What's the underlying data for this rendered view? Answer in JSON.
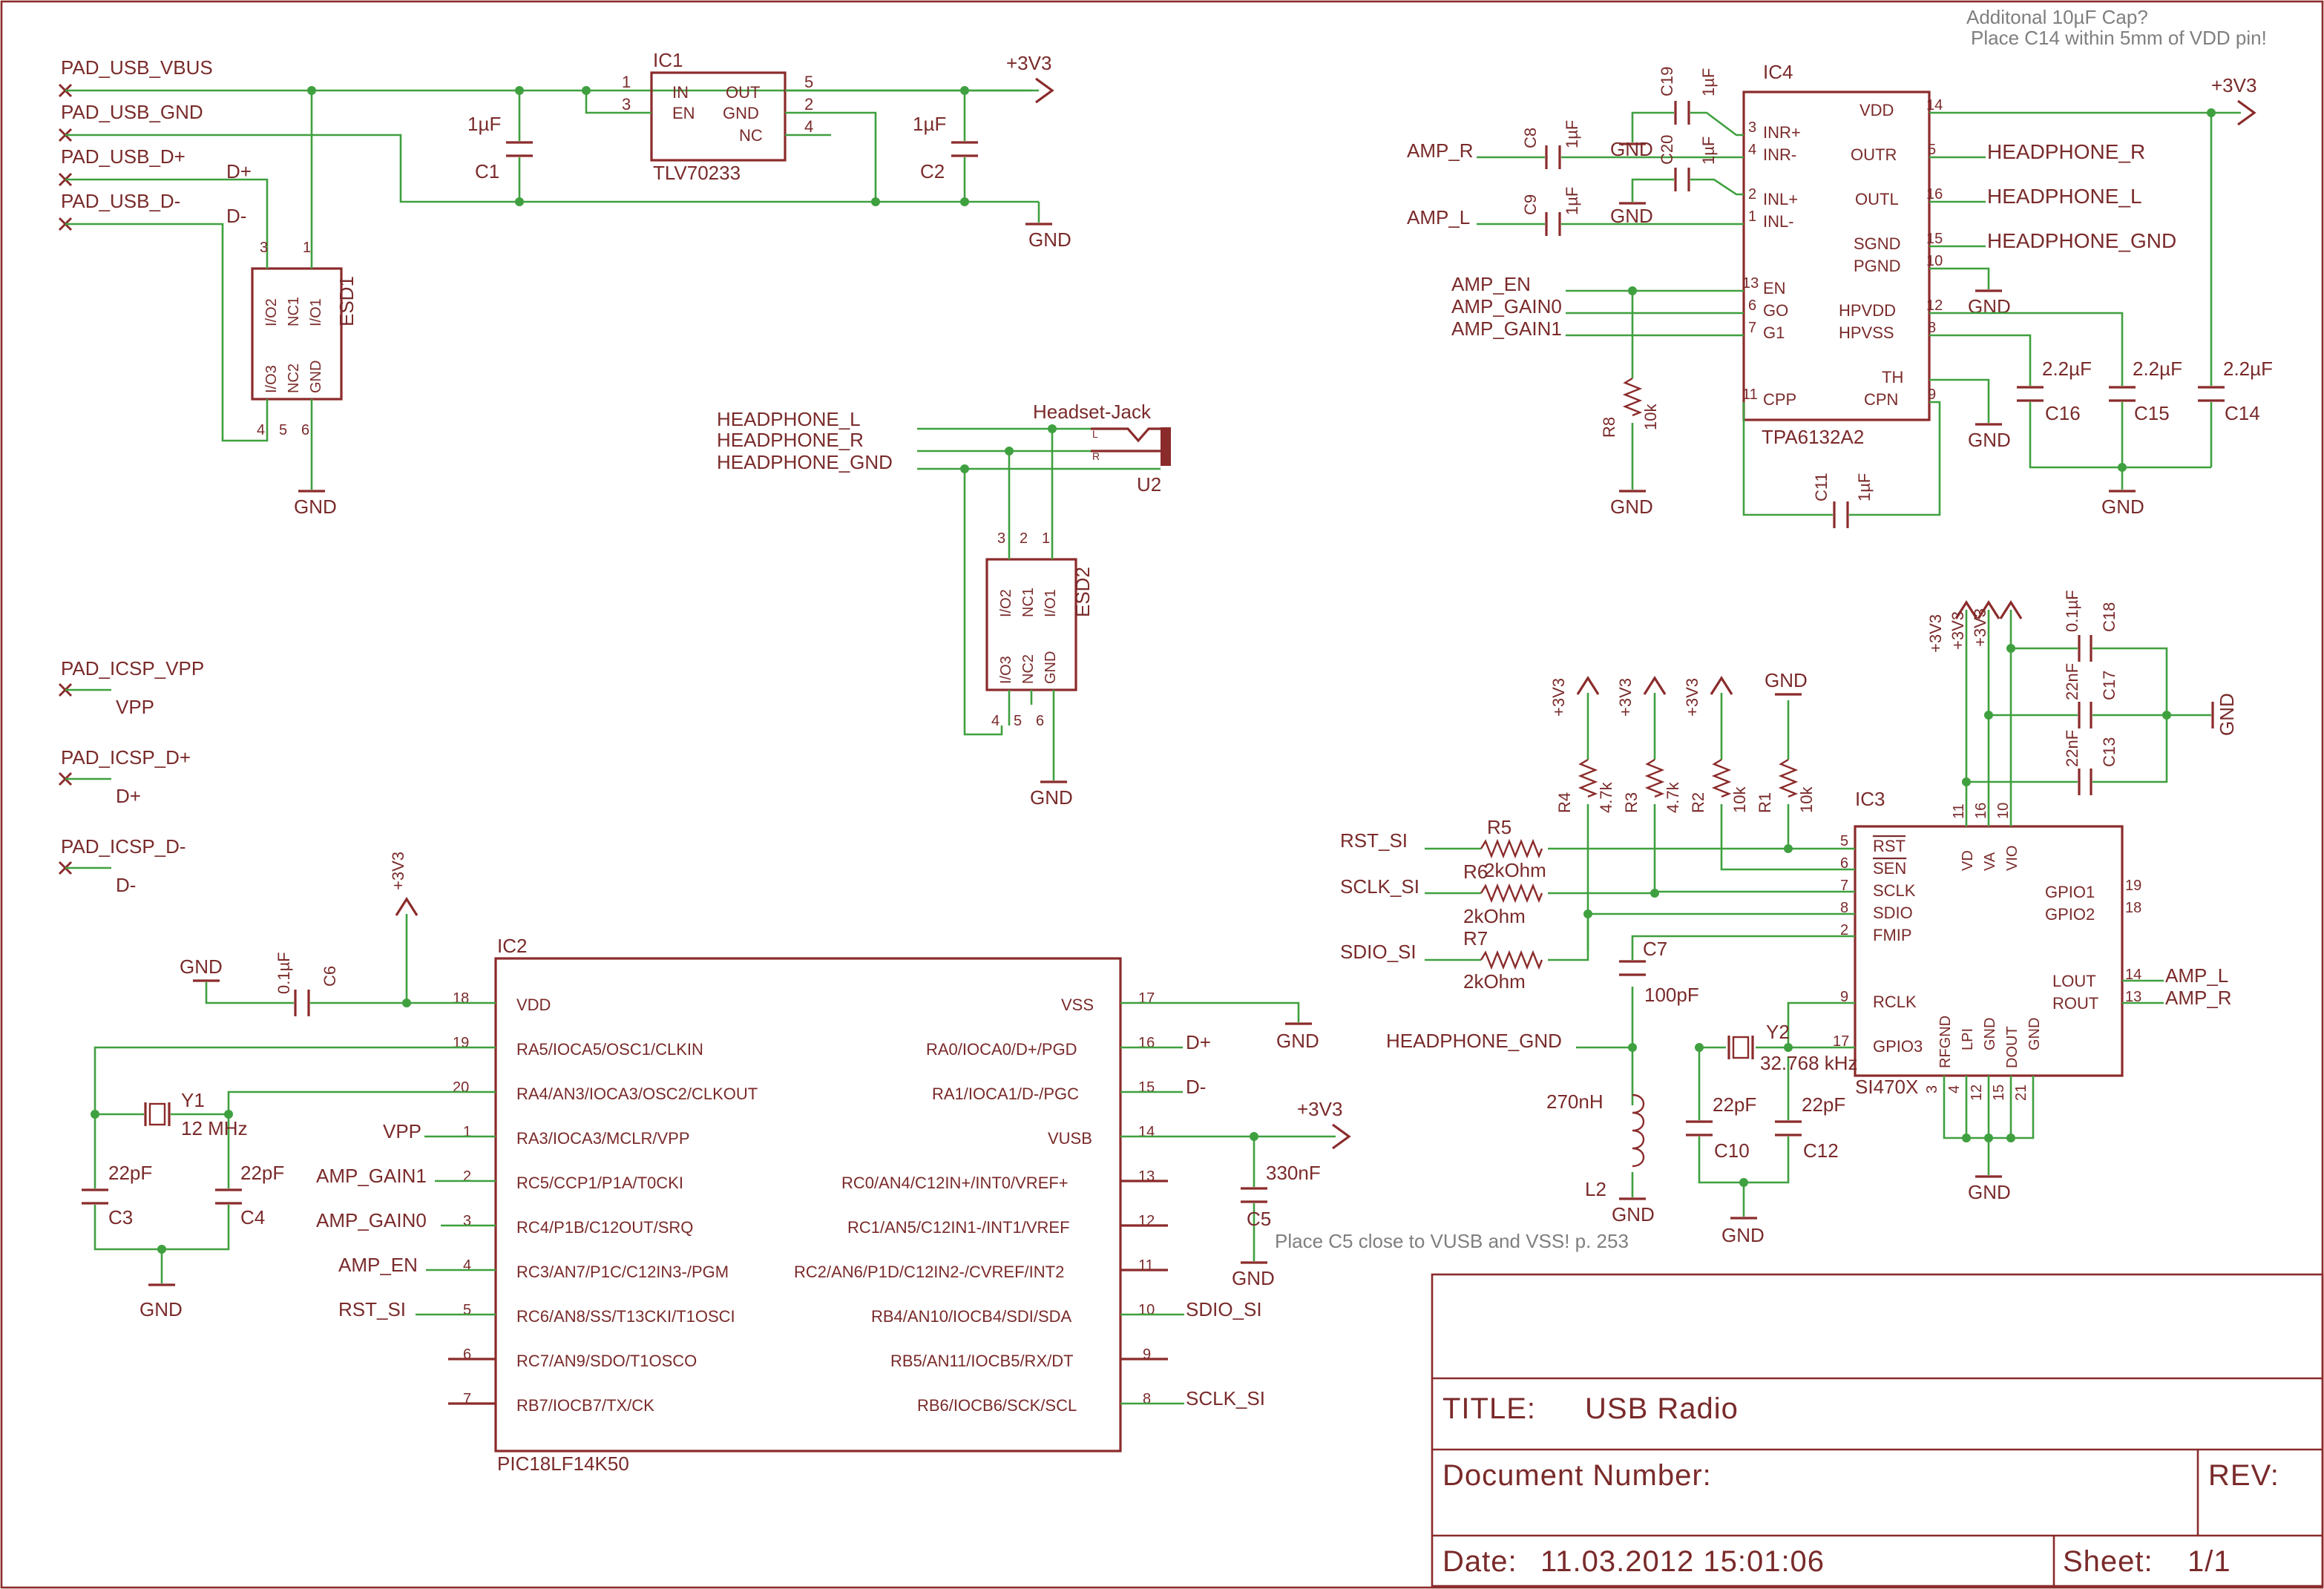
{
  "pads": {
    "vbus": "PAD_USB_VBUS",
    "gnd": "PAD_USB_GND",
    "dp": "PAD_USB_D+",
    "dm": "PAD_USB_D-",
    "icsp_vpp": "PAD_ICSP_VPP",
    "icsp_dp": "PAD_ICSP_D+",
    "icsp_dm": "PAD_ICSP_D-",
    "vpp": "VPP",
    "dplus": "D+",
    "dminus": "D-"
  },
  "power": {
    "v33": "+3V3",
    "gnd": "GND"
  },
  "regulator": {
    "name": "IC1",
    "part": "TLV70233",
    "pin_in": "IN",
    "pin_en": "EN",
    "pin_out": "OUT",
    "pin_gnd": "GND",
    "pin_nc": "NC",
    "n1": "1",
    "n3": "3",
    "n5": "5",
    "n2": "2",
    "n4": "4",
    "c1": "C1",
    "c2": "C2",
    "c1_val": "1µF",
    "c2_val": "1µF"
  },
  "esd": {
    "name1": "ESD1",
    "name2": "ESD2",
    "io2": "I/O2",
    "nc1": "NC1",
    "io1": "I/O1",
    "io3": "I/O3",
    "nc2": "NC2",
    "gnd": "GND",
    "n1": "1",
    "n2": "2",
    "n3": "3",
    "n4": "4",
    "n5": "5",
    "n6": "6"
  },
  "jack": {
    "title": "Headset-Jack",
    "ref": "U2",
    "l": "L",
    "r": "R",
    "net_l": "HEADPHONE_L",
    "net_r": "HEADPHONE_R",
    "net_gnd": "HEADPHONE_GND"
  },
  "amp": {
    "name": "IC4",
    "part": "TPA6132A2",
    "note1": "Additonal 10µF Cap?",
    "note2": "Place C14 within 5mm of VDD pin!",
    "pins_left": [
      "INR+",
      "INR-",
      "INL+",
      "INL-",
      "EN",
      "GO",
      "G1",
      "CPP"
    ],
    "pins_right": [
      "VDD",
      "OUTR",
      "OUTL",
      "SGND",
      "PGND",
      "HPVDD",
      "HPVSS",
      "TH",
      "CPN"
    ],
    "nums_left": [
      "3",
      "4",
      "2",
      "1",
      "13",
      "6",
      "7",
      "11"
    ],
    "nums_right": [
      "14",
      "5",
      "16",
      "15",
      "10",
      "12",
      "8",
      "9"
    ],
    "net_amp_r": "AMP_R",
    "net_amp_l": "AMP_L",
    "net_amp_en": "AMP_EN",
    "net_gain0": "AMP_GAIN0",
    "net_gain1": "AMP_GAIN1",
    "c8": "C8",
    "c9": "C9",
    "c19": "C19",
    "c20": "C20",
    "c11": "C11",
    "c14": "C14",
    "c15": "C15",
    "c16": "C16",
    "c_1u": "1µF",
    "c_22u": "2.2µF",
    "r8": "R8",
    "r8_val": "10k"
  },
  "radio": {
    "name": "IC3",
    "part": "SI470X",
    "pins_left": [
      "RST",
      "SEN",
      "SCLK",
      "SDIO",
      "FMIP",
      "RCLK",
      "GPIO3"
    ],
    "nums_left": [
      "5",
      "6",
      "7",
      "8",
      "2",
      "9",
      "17"
    ],
    "pins_right": [
      "GPIO1",
      "GPIO2",
      "LOUT",
      "ROUT"
    ],
    "nums_right": [
      "19",
      "18",
      "14",
      "13"
    ],
    "pins_top": [
      "VD",
      "VA",
      "VIO"
    ],
    "nums_top": [
      "11",
      "16",
      "10"
    ],
    "pins_bottom": [
      "RFGND",
      "LPI",
      "GND",
      "DOUT",
      "GND"
    ],
    "nums_bottom": [
      "3",
      "4",
      "12",
      "15",
      "21"
    ],
    "r1": "R1",
    "r2": "R2",
    "r3": "R3",
    "r4": "R4",
    "r5": "R5",
    "r6": "R6",
    "r7": "R7",
    "r10k": "10k",
    "r47k": "4.7k",
    "r2k": "2kOhm",
    "net_rst": "RST_SI",
    "net_sclk": "SCLK_SI",
    "net_sdio": "SDIO_SI",
    "c7": "C7",
    "c7_val": "100pF",
    "hp_gnd": "HEADPHONE_GND",
    "l2": "L2",
    "l2_val": "270nH",
    "y2": "Y2",
    "y2_val": "32.768 kHz",
    "c10": "C10",
    "c12": "C12",
    "c22p": "22pF",
    "c13": "C13",
    "c17": "C17",
    "c18": "C18",
    "c22n": "22nF",
    "c01u": "0.1µF"
  },
  "mcu": {
    "name": "IC2",
    "part": "PIC18LF14K50",
    "left_pins": [
      "VDD",
      "RA5/IOCA5/OSC1/CLKIN",
      "RA4/AN3/IOCA3/OSC2/CLKOUT",
      "RA3/IOCA3/MCLR/VPP",
      "RC5/CCP1/P1A/T0CKI",
      "RC4/P1B/C12OUT/SRQ",
      "RC3/AN7/P1C/C12IN3-/PGM",
      "RC6/AN8/SS/T13CKI/T1OSCI",
      "RC7/AN9/SDO/T1OSCO",
      "RB7/IOCB7/TX/CK"
    ],
    "left_nums": [
      "18",
      "19",
      "20",
      "1",
      "2",
      "3",
      "4",
      "5",
      "6",
      "7"
    ],
    "right_pins": [
      "VSS",
      "RA0/IOCA0/D+/PGD",
      "RA1/IOCA1/D-/PGC",
      "VUSB",
      "RC0/AN4/C12IN+/INT0/VREF+",
      "RC1/AN5/C12IN1-/INT1/VREF",
      "RC2/AN6/P1D/C12IN2-/CVREF/INT2",
      "RB4/AN10/IOCB4/SDI/SDA",
      "RB5/AN11/IOCB5/RX/DT",
      "RB6/IOCB6/SCK/SCL"
    ],
    "right_nums": [
      "17",
      "16",
      "15",
      "14",
      "13",
      "12",
      "11",
      "10",
      "9",
      "8"
    ],
    "left_nets": [
      "",
      "",
      "",
      "VPP",
      "AMP_GAIN1",
      "AMP_GAIN0",
      "AMP_EN",
      "RST_SI",
      "",
      ""
    ],
    "right_nets": [
      "",
      "D+",
      "D-",
      "",
      "",
      "",
      "",
      "SDIO_SI",
      "",
      "SCLK_SI"
    ],
    "c6": "C6",
    "c6_val": "0.1µF",
    "c3": "C3",
    "c4": "C4",
    "c22p": "22pF",
    "y1": "Y1",
    "y1_val": "12 MHz",
    "c5": "C5",
    "c5_val": "330nF",
    "c5_note": "Place C5 close to VUSB and VSS! p. 253"
  },
  "title_block": {
    "title_label": "TITLE:",
    "title": "USB Radio",
    "doc_label": "Document Number:",
    "rev_label": "REV:",
    "date_label": "Date:",
    "date": "11.03.2012 15:01:06",
    "sheet_label": "Sheet:",
    "sheet": "1/1"
  }
}
